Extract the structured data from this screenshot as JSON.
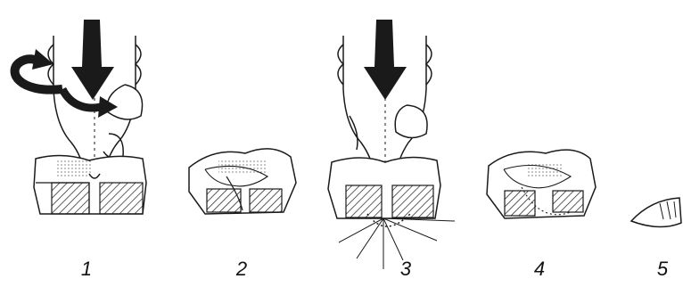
{
  "steps": [
    {
      "label": "1"
    },
    {
      "label": "2"
    },
    {
      "label": "3"
    },
    {
      "label": "4"
    },
    {
      "label": "5"
    }
  ],
  "colors": {
    "ink": "#1a1a1a",
    "background": "#ffffff"
  }
}
